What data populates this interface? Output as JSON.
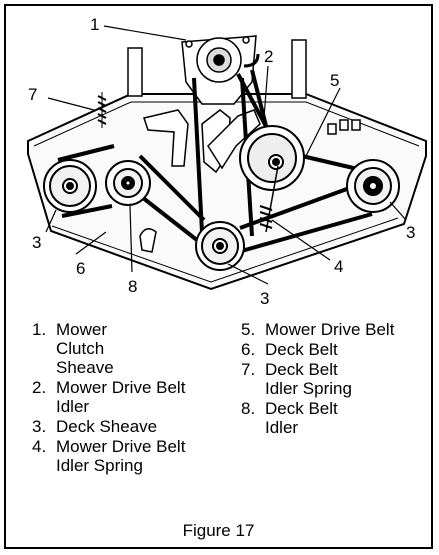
{
  "figure": {
    "callouts": [
      "1",
      "2",
      "5",
      "7",
      "3",
      "3",
      "6",
      "8",
      "3",
      "4"
    ],
    "legend_left": [
      {
        "num": "1.",
        "label": "Mower Clutch Sheave"
      },
      {
        "num": "2.",
        "label": "Mower Drive Belt Idler"
      },
      {
        "num": "3.",
        "label": "Deck Sheave"
      },
      {
        "num": "4.",
        "label": "Mower Drive Belt Idler Spring"
      }
    ],
    "legend_right": [
      {
        "num": "5.",
        "label": "Mower Drive Belt"
      },
      {
        "num": "6.",
        "label": "Deck Belt"
      },
      {
        "num": "7.",
        "label": "Deck Belt Idler Spring"
      },
      {
        "num": "8.",
        "label": "Deck Belt Idler"
      }
    ],
    "caption": "Figure 17"
  }
}
